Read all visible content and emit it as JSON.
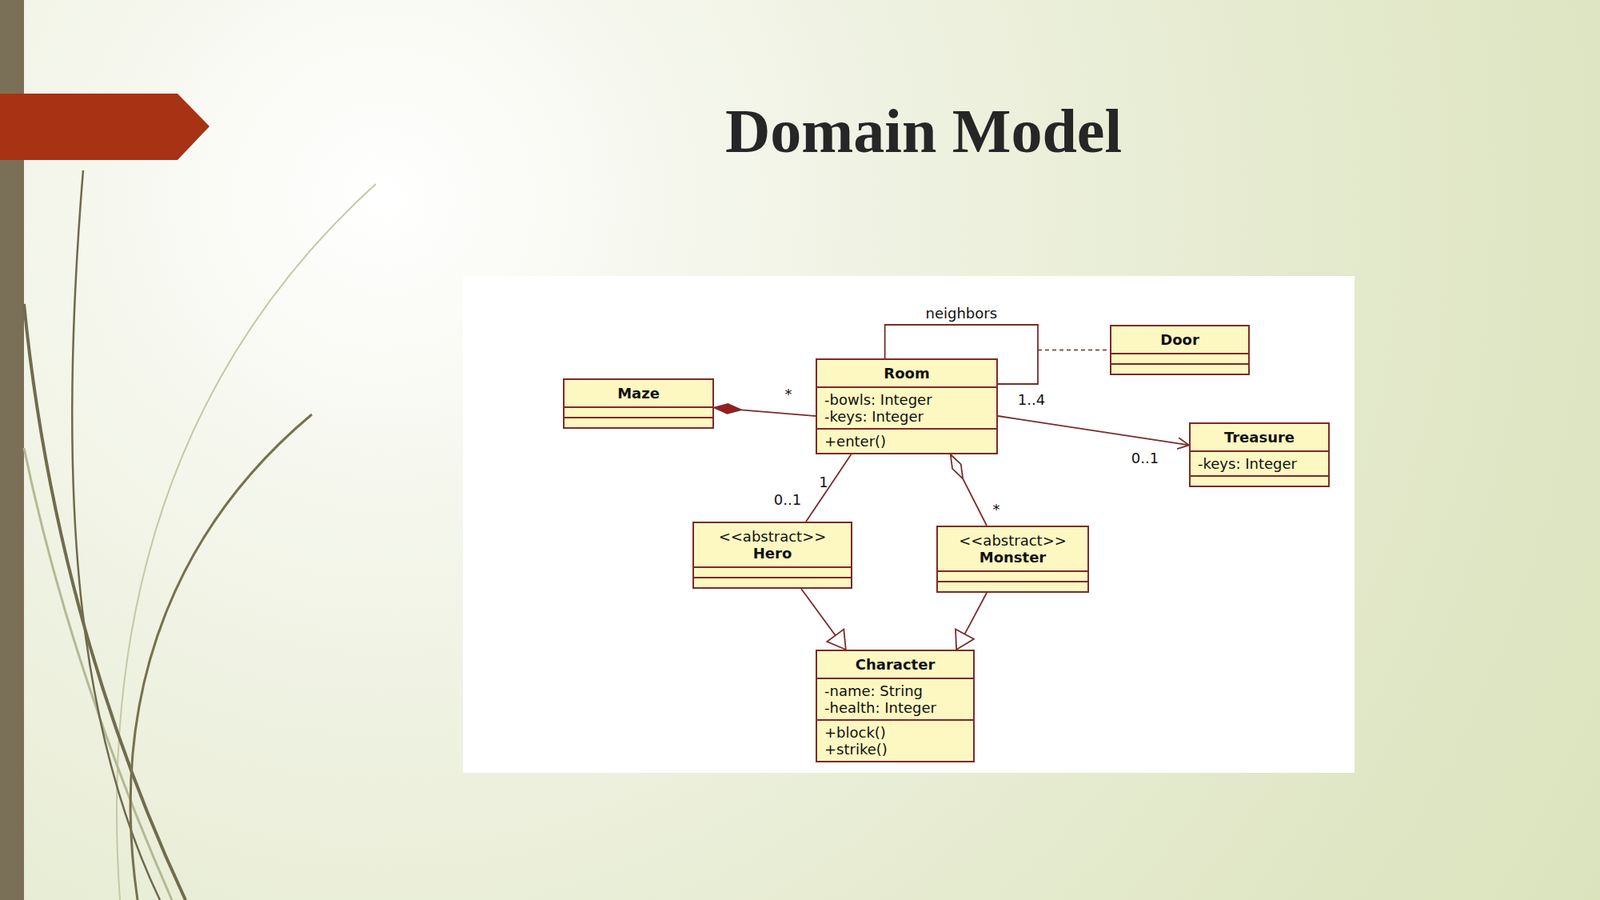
{
  "diagram": {
    "title": "Domain Model",
    "nodes": [
      {
        "text": [
          "Maze"
        ]
      },
      {
        "text": [
          "Room",
          "-bowls: Integer",
          "-keys: Integer",
          "+enter()"
        ]
      },
      {
        "text": [
          "Door"
        ]
      },
      {
        "text": [
          "Treasure",
          "-keys: Integer"
        ]
      },
      {
        "text": [
          "<<abstract>>",
          "Hero"
        ]
      },
      {
        "text": [
          "<<abstract>>",
          "Monster"
        ]
      },
      {
        "text": [
          "Character",
          "-name: String",
          "-health: Integer",
          "+block()",
          "+strike()"
        ]
      }
    ],
    "edges": [
      {
        "from": 1,
        "to": 0,
        "arrow": "to"
      },
      {
        "from": 1,
        "to": 1,
        "arrow": "none",
        "label": "neighbors"
      },
      {
        "from": 1,
        "to": 3,
        "arrow": "to"
      },
      {
        "from": 1,
        "to": 4,
        "arrow": "none"
      },
      {
        "from": 5,
        "to": 1,
        "arrow": "to"
      },
      {
        "from": 4,
        "to": 6,
        "arrow": "to"
      },
      {
        "from": 5,
        "to": 6,
        "arrow": "to"
      }
    ],
    "labels": [
      "*",
      "1..4",
      "0..1",
      "1",
      "0..1",
      "*"
    ]
  }
}
